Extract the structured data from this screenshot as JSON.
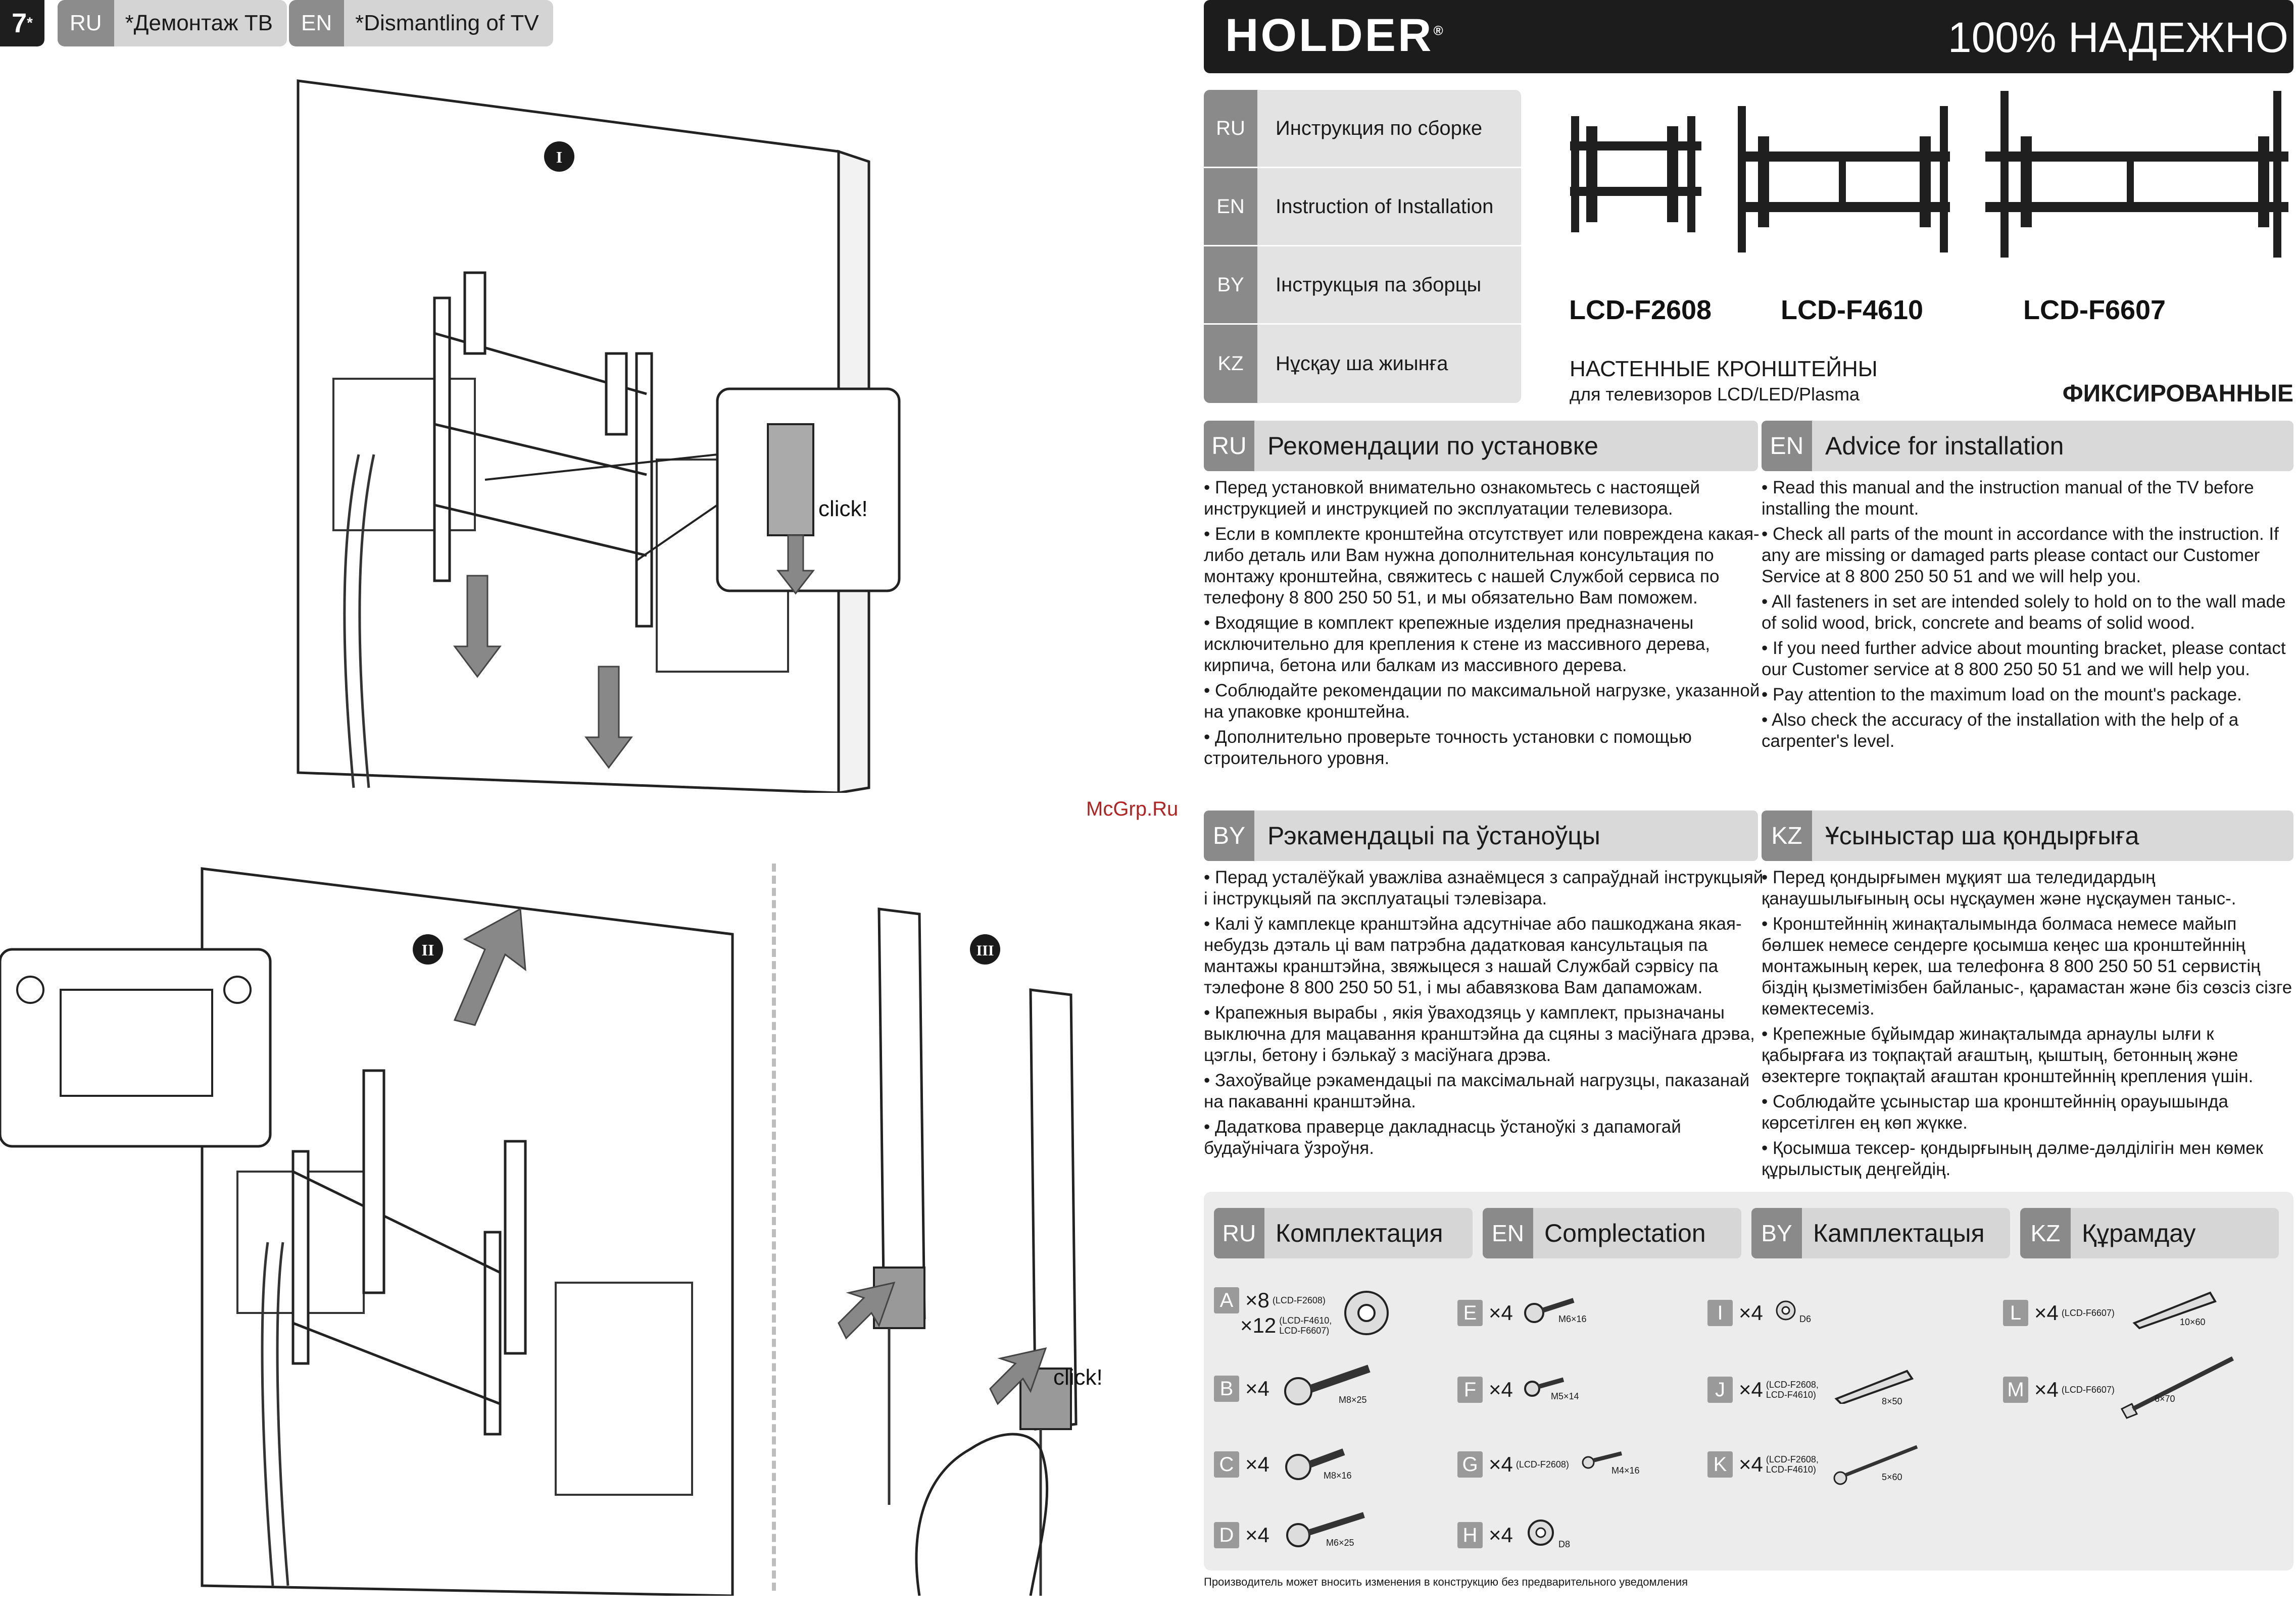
{
  "step": {
    "number": "7",
    "mark": "*"
  },
  "left_header": {
    "ru": {
      "code": "RU",
      "text": "*Демонтаж ТВ"
    },
    "en": {
      "code": "EN",
      "text": "*Dismantling of TV"
    }
  },
  "illustrations": {
    "step_i": "I",
    "step_ii": "II",
    "step_iii": "III",
    "click_1": "click!",
    "click_2": "click!"
  },
  "watermark": "McGrp.Ru",
  "brand": {
    "name": "HOLDER",
    "reg": "®",
    "slogan": "100% НАДЕЖНО"
  },
  "languages": [
    {
      "code": "RU",
      "label": "Инструкция по сборке"
    },
    {
      "code": "EN",
      "label": "Instruction of Installation"
    },
    {
      "code": "BY",
      "label": "Інструкцыя па зборцы"
    },
    {
      "code": "KZ",
      "label": "Нұсқау ша жиынға"
    }
  ],
  "models": [
    "LCD-F2608",
    "LCD-F4610",
    "LCD-F6607"
  ],
  "product": {
    "title": "НАСТЕННЫЕ КРОНШТЕЙНЫ",
    "subtitle": "для  телевизоров  LCD/LED/Plasma",
    "type": "ФИКСИРОВАННЫЕ"
  },
  "sections": {
    "ru": {
      "code": "RU",
      "title": "Рекомендации по установке",
      "bullets": [
        "• Перед установкой внимательно ознакомьтесь с настоящей инструкцией и инструкцией по эксплуатации телевизора.",
        "• Если в комплекте кронштейна отсутствует или повреждена какая-либо деталь или Вам нужна дополнительная консультация по монтажу кронштейна, свяжитесь с нашей Службой сервиса по телефону 8 800 250 50 51, и мы обязательно Вам поможем.",
        "• Входящие в комплект крепежные изделия предназначены исключительно для крепления к стене из массивного дерева, кирпича, бетона или балкам из массивного дерева.",
        "• Соблюдайте рекомендации по максимальной нагрузке, указанной на упаковке кронштейна.",
        "• Дополнительно проверьте точность установки с помощью строительного уровня."
      ]
    },
    "en": {
      "code": "EN",
      "title": "Advice for installation",
      "bullets": [
        "• Read this manual and the instruction manual of the TV before installing the mount.",
        "• Check all parts of the mount in accordance with the instruction. If any are missing or damaged parts please contact our Customer Service at 8 800 250 50 51 and we will help you.",
        "• All fasteners in set are intended solely to hold on to the wall made of solid wood, brick, concrete and beams of solid wood.",
        "• If you need further advice about mounting bracket, please contact our Customer service at 8 800 250 50 51 and we will help you.",
        "• Pay attention to the maximum load on the mount's package.",
        "• Also check the accuracy of the installation with the help of a carpenter's level."
      ]
    },
    "by": {
      "code": "BY",
      "title": "Рэкамендацыі па ўстаноўцы",
      "bullets": [
        "• Перад усталёўкай уважліва азнаёмцеся з сапраўднай інструкцыяй і інструкцыяй па эксплуатацыі тэлевізара.",
        "• Калі ў камплекце кранштэйна адсутнічае або пашкоджана якая-небудзь дэталь ці вам патрэбна дадатковая кансультацыя па мантажы кранштэйна, звяжыцеся з нашай Службай сэрвісу па тэлефоне 8 800 250 50 51, і мы абавязкова Вам дапаможам.",
        "• Крапежныя вырабы , якія ўваходзяць у камплект, прызначаны выключна для мацавання кранштэйна да сцяны з масіўнага дрэва, цэглы, бетону і бэлькаў з масіўнага дрэва.",
        "• Захоўвайце рэкамендацыі па максімальнай нагрузцы, паказанай на пакаванні кранштэйна.",
        "• Дадаткова праверце дакладнасць ўстаноўкі з дапамогай будаўнічага ўзроўня."
      ]
    },
    "kz": {
      "code": "KZ",
      "title": "Ұсыныстар ша қондырғыға",
      "bullets": [
        "• Перед қондырғымен мұқият ша теледидардың қанаушылығының осы нұсқаумен және нұсқаумен таныс-.",
        "• Кронштейннің жинақталымында болмаса немесе майып бөлшек немесе сендерге қосымша кеңес ша кронштейннің монтажының керек, ша телефонға 8 800 250 50 51 сервистің біздің қызметімізбен байланыс-, қарамастан және біз сөзсіз сізге көмектесеміз.",
        "• Крепежные бұйымдар жинақталымда арнаулы ылғи к қабырғаға из тоқпақтай ағаштың, қыштың, бетонның және өзектерге тоқпақтай ағаштан кронштейннің крепления үшін.",
        "• Соблюдайте ұсыныстар ша кронштейннің орауышында көрсетілген ең көп жүкке.",
        "• Қосымша тексер- қондырғының дәлме-дәлдiлiгiн мен көмек құрылыстық деңгейдің."
      ]
    }
  },
  "kit": {
    "headers": [
      {
        "code": "RU",
        "title": "Комплектация"
      },
      {
        "code": "EN",
        "title": "Complectation"
      },
      {
        "code": "BY",
        "title": "Камплектацыя"
      },
      {
        "code": "KZ",
        "title": "Құрамдау"
      }
    ],
    "items": [
      {
        "letter": "A",
        "qty": "×8",
        "note": "(LCD-F2608)",
        "qty2": "×12",
        "note2": "(LCD-F4610, LCD-F6607)",
        "size": "",
        "icon": "spacer-icon"
      },
      {
        "letter": "B",
        "qty": "×4",
        "note": "",
        "size": "M8×25",
        "icon": "screw-icon"
      },
      {
        "letter": "C",
        "qty": "×4",
        "note": "",
        "size": "M8×16",
        "icon": "screw-icon"
      },
      {
        "letter": "D",
        "qty": "×4",
        "note": "",
        "size": "M6×25",
        "icon": "screw-icon"
      },
      {
        "letter": "E",
        "qty": "×4",
        "note": "",
        "size": "M6×16",
        "icon": "screw-icon"
      },
      {
        "letter": "F",
        "qty": "×4",
        "note": "",
        "size": "M5×14",
        "icon": "screw-icon"
      },
      {
        "letter": "G",
        "qty": "×4",
        "note": "(LCD-F2608)",
        "size": "M4×16",
        "icon": "screw-icon"
      },
      {
        "letter": "H",
        "qty": "×4",
        "note": "",
        "size": "D8",
        "icon": "washer-icon"
      },
      {
        "letter": "I",
        "qty": "×4",
        "note": "",
        "size": "D6",
        "icon": "washer-icon"
      },
      {
        "letter": "J",
        "qty": "×4",
        "note": "(LCD-F2608, LCD-F4610)",
        "size": "8×50",
        "icon": "anchor-icon"
      },
      {
        "letter": "K",
        "qty": "×4",
        "note": "(LCD-F2608, LCD-F4610)",
        "size": "5×60",
        "icon": "wood-screw-icon"
      },
      {
        "letter": "L",
        "qty": "×4",
        "note": "(LCD-F6607)",
        "size": "10×60",
        "icon": "anchor-icon"
      },
      {
        "letter": "M",
        "qty": "×4",
        "note": "(LCD-F6607)",
        "size": "6×70",
        "icon": "lag-bolt-icon"
      }
    ]
  },
  "footnote": "Производитель может вносить изменения в конструкцию без предварительного уведомления",
  "colors": {
    "dark": "#1c1c1c",
    "code_grey": "#8a8a8a",
    "panel_grey": "#d9d9d9"
  }
}
